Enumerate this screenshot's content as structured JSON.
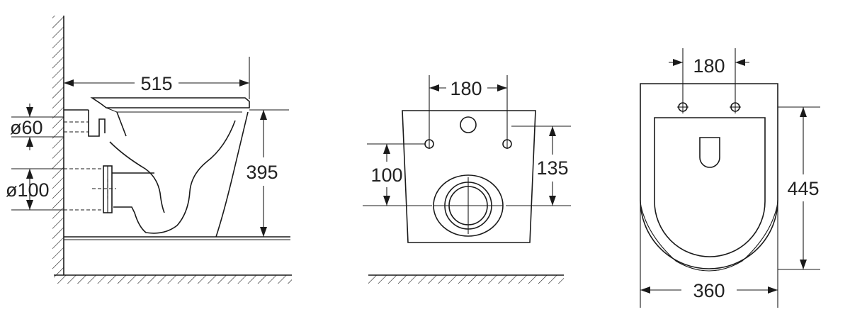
{
  "side_view": {
    "dims": {
      "length": "515",
      "height": "395",
      "inlet_diameter": "ø60",
      "outlet_diameter": "ø100"
    }
  },
  "rear_view": {
    "dims": {
      "bolt_spacing": "180",
      "bolt_height": "135",
      "outlet_height": "100"
    }
  },
  "top_view": {
    "dims": {
      "bolt_spacing": "180",
      "length": "445",
      "width": "360"
    }
  }
}
